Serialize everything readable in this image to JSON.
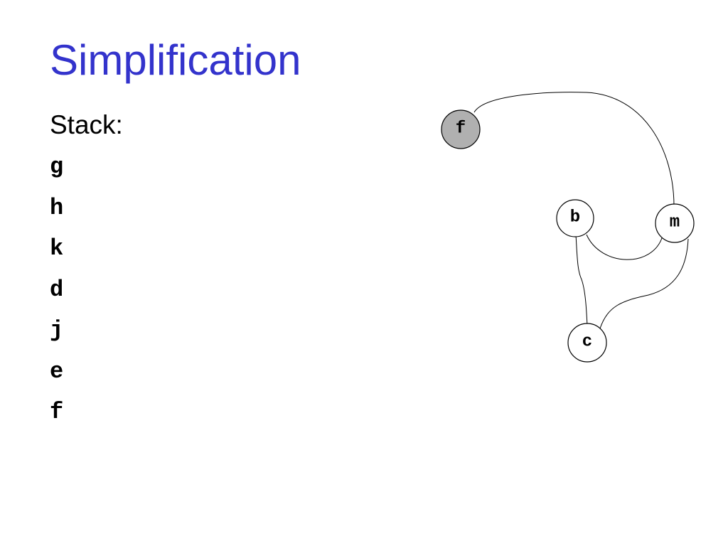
{
  "slide": {
    "title": "Simplification",
    "stack_label": "Stack:",
    "stack": [
      "g",
      "h",
      "k",
      "d",
      "j",
      "e",
      "f"
    ]
  },
  "graph": {
    "nodes": [
      {
        "id": "f",
        "label": "f",
        "state": "removed",
        "fill": "#b0b0b0"
      },
      {
        "id": "b",
        "label": "b",
        "state": "active",
        "fill": "#ffffff"
      },
      {
        "id": "m",
        "label": "m",
        "state": "active",
        "fill": "#ffffff"
      },
      {
        "id": "c",
        "label": "c",
        "state": "active",
        "fill": "#ffffff"
      }
    ],
    "edges": [
      {
        "from": "f",
        "to": "m"
      },
      {
        "from": "b",
        "to": "m"
      },
      {
        "from": "b",
        "to": "c"
      },
      {
        "from": "m",
        "to": "c"
      }
    ]
  },
  "colors": {
    "title": "#3333cc",
    "text": "#000000",
    "removed_node": "#b0b0b0"
  }
}
